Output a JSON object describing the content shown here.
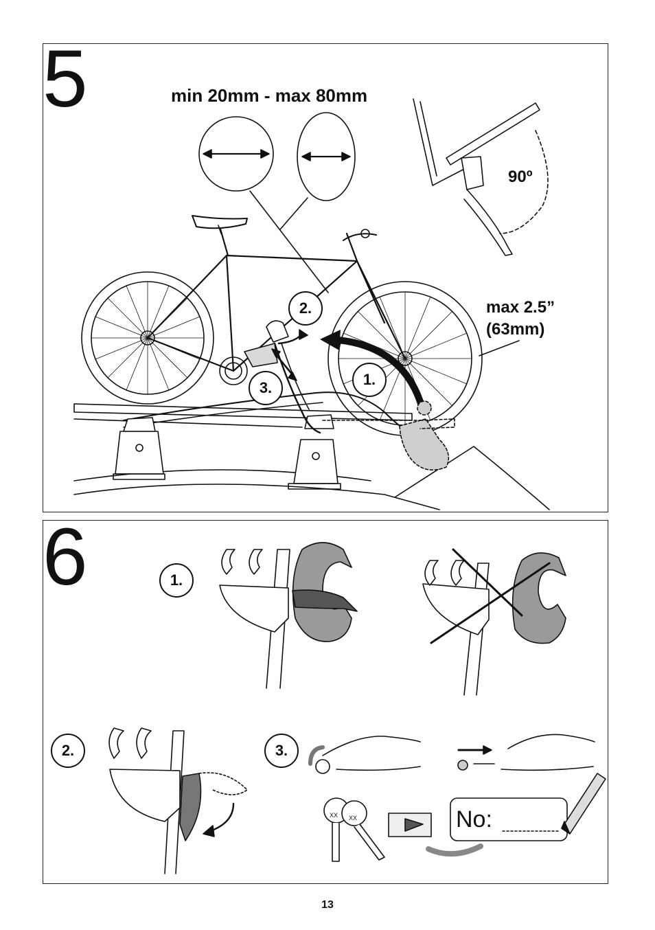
{
  "step5": {
    "number": "5",
    "width_range": "min 20mm - max 80mm",
    "angle": "90º",
    "tire_max_line1": "max  2.5”",
    "tire_max_line2": "(63mm)",
    "badges": [
      "1.",
      "2.",
      "3."
    ]
  },
  "step6": {
    "number": "6",
    "badges": [
      "1.",
      "2.",
      "3."
    ],
    "key_number_label": "No:",
    "key_tag_a": "XX",
    "key_tag_b": "XX"
  },
  "page_number": "13",
  "icons": [
    "bicycle-icon",
    "roof-rack-icon",
    "wheel-clamp-icon",
    "strap-icon",
    "key-icon",
    "lock-cylinder-icon",
    "pencil-icon",
    "arrow-icon"
  ]
}
